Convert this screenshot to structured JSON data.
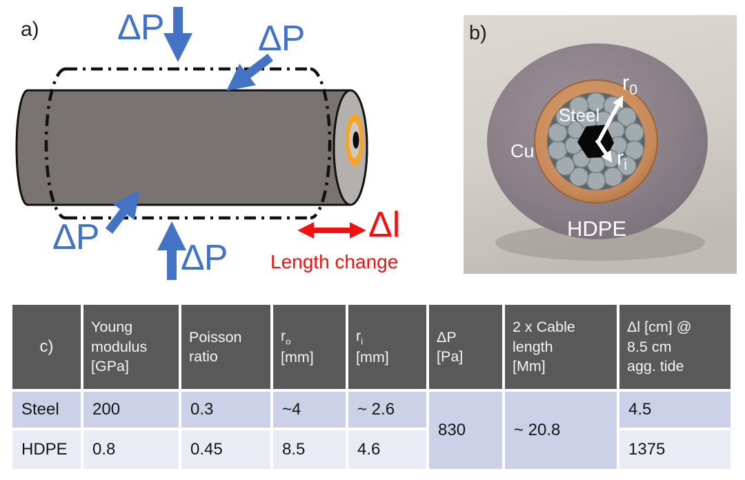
{
  "panel_a": {
    "label": "a)",
    "pressure_labels": {
      "top": "ΔP",
      "top_right": "ΔP",
      "bottom_left": "ΔP",
      "bottom": "ΔP"
    },
    "delta_l_label": "Δl",
    "length_change_label": "Length change",
    "colors": {
      "arrow_blue": "#4472c4",
      "annotation_red": "#f50f0f",
      "cylinder_gray": "#797372",
      "endcap_gray": "#b3b0ae",
      "ring_orange": "#f6a42c"
    }
  },
  "panel_b": {
    "label": "b)",
    "labels": {
      "steel": "Steel",
      "cu": "Cu",
      "hdpe": "HDPE",
      "r_outer_base": "r",
      "r_outer_sub": "0",
      "r_inner_base": "r",
      "r_inner_sub": "i"
    }
  },
  "table": {
    "panel_label": "c)",
    "header_bg": "#595959",
    "row_colors": {
      "steel": "#ccd1e7",
      "hdpe": "#e9ebf5"
    },
    "headers": {
      "young": "Young\nmodulus\n[GPa]",
      "poisson": "Poisson\nratio",
      "r_outer_base": "r",
      "r_outer_sub": "o",
      "r_outer_unit": "[mm]",
      "r_inner_base": "r",
      "r_inner_sub": "i",
      "r_inner_unit": "[mm]",
      "delta_p": "ΔP\n[Pa]",
      "cable_length": "2 x Cable\nlength\n[Mm]",
      "delta_l": "Δl [cm] @\n8.5 cm\nagg. tide"
    },
    "rows": {
      "steel": {
        "name": "Steel",
        "young_modulus": "200",
        "poisson_ratio": "0.3",
        "r_outer": "~4",
        "r_inner": "~ 2.6",
        "delta_l": "4.5"
      },
      "hdpe": {
        "name": "HDPE",
        "young_modulus": "0.8",
        "poisson_ratio": "0.45",
        "r_outer": "8.5",
        "r_inner": "4.6",
        "delta_l": "1375"
      }
    },
    "shared": {
      "delta_p": "830",
      "cable_length": "~ 20.8"
    }
  }
}
